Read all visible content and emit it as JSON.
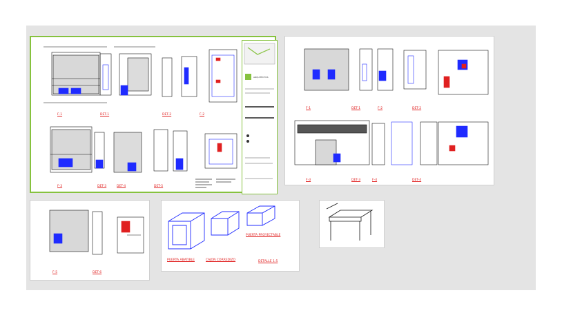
{
  "sheets": {
    "sheet_a": {
      "labels": [
        "F-1",
        "DET-1",
        "DET-2",
        "F-2",
        "F-3",
        "DET-3",
        "DET-4",
        "DET-5"
      ]
    },
    "sheet_b": {
      "labels": [
        "F-1",
        "DET-1",
        "F-2",
        "DET-2",
        "F-3",
        "DET-3",
        "F-4",
        "DET-4"
      ]
    },
    "sheet_c": {
      "labels": [
        "F-5",
        "DET-6"
      ]
    },
    "sheet_d": {
      "labels": [
        "PUERTA ABATIBLE",
        "CAJON CORREDIZO",
        "PUERTA PROYECTABLE",
        "DETALLE 1:5"
      ]
    }
  },
  "title_block": {
    "brand": "ARQUITECTOS"
  },
  "colors": {
    "sheet_border": "#86c23e",
    "label": "#e02020",
    "accent_blue": "#1f2bff",
    "hatch": "#555555"
  }
}
